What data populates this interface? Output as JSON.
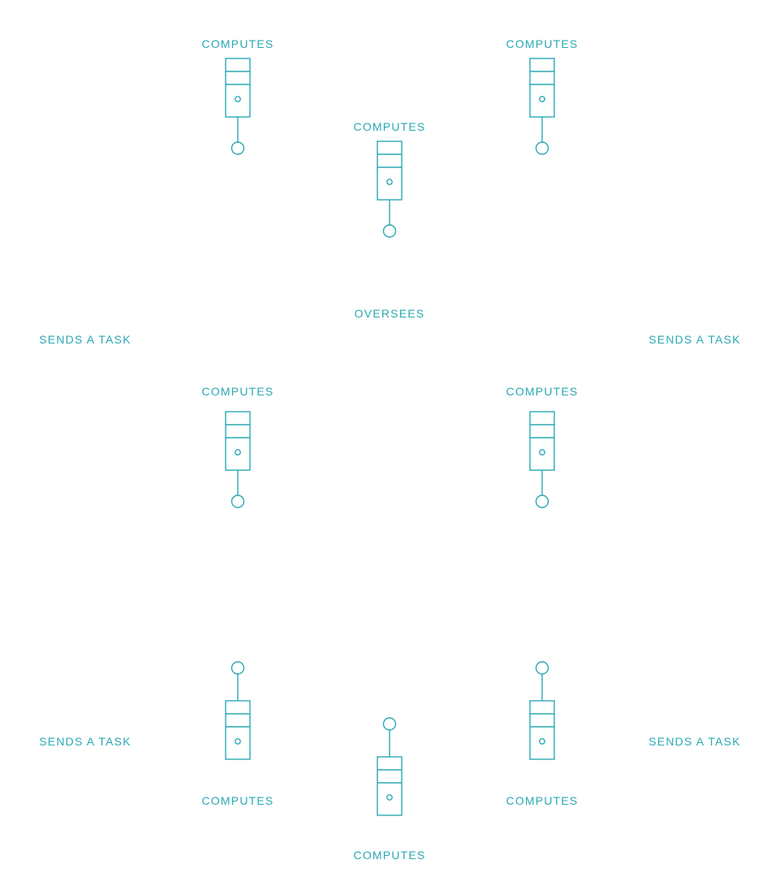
{
  "colors": {
    "stroke": "#2aa8b3",
    "text": "#2aa8b3",
    "background": "#ffffff"
  },
  "labels": {
    "oversees": "OVERSEES",
    "sends_top_left": "SENDS A TASK",
    "sends_top_right": "SENDS A TASK",
    "sends_bottom_left": "SENDS A TASK",
    "sends_bottom_right": "SENDS A TASK"
  },
  "nodes": [
    {
      "label": "COMPUTES",
      "connector": "bottom"
    },
    {
      "label": "COMPUTES",
      "connector": "bottom"
    },
    {
      "label": "COMPUTES",
      "connector": "bottom"
    },
    {
      "label": "COMPUTES",
      "connector": "bottom"
    },
    {
      "label": "COMPUTES",
      "connector": "bottom"
    },
    {
      "label": "COMPUTES",
      "connector": "top"
    },
    {
      "label": "COMPUTES",
      "connector": "top"
    },
    {
      "label": "COMPUTES",
      "connector": "top"
    }
  ]
}
